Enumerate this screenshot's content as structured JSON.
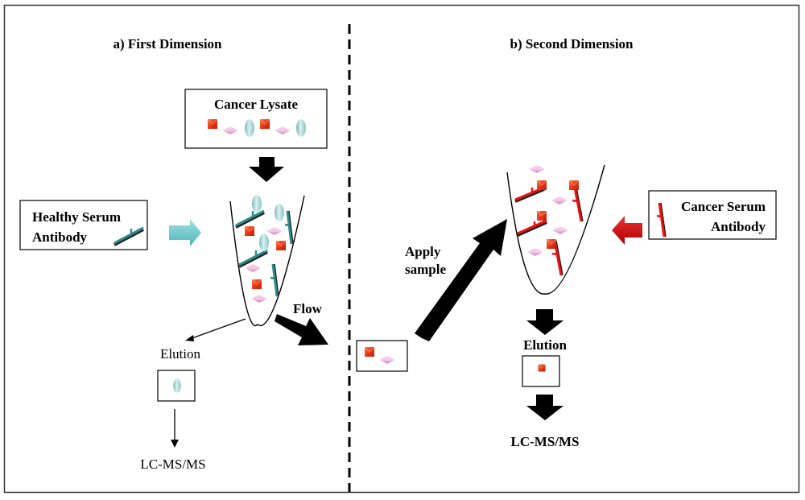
{
  "panels": {
    "first": {
      "title": "a) First Dimension",
      "lysate_box": {
        "label": "Cancer Lysate"
      },
      "antibody_box": {
        "label_line1": "Healthy Serum",
        "label_line2": "Antibody"
      },
      "flow_label": "Flow",
      "elution_label": "Elution",
      "analysis_label": "LC-MS/MS"
    },
    "second": {
      "title": "b) Second Dimension",
      "antibody_box": {
        "label_line1": "Cancer Serum",
        "label_line2": "Antibody"
      },
      "apply_label_line1": "Apply",
      "apply_label_line2": "sample",
      "elution_label": "Elution",
      "analysis_label": "LC-MS/MS"
    }
  },
  "colors": {
    "healthy_antibody": "#2e8b8b",
    "cancer_antibody": "#ee1111",
    "cube_protein": "#e8381a",
    "diamond_protein": "#f0b8e0",
    "ellipse_protein": "#a8d8d8",
    "cyan_arrow": "#66c8cc",
    "red_arrow": "#cc1111"
  },
  "legend_icons": [
    "cube-protein-icon",
    "diamond-protein-icon",
    "ellipse-protein-icon",
    "antibody-icon"
  ]
}
